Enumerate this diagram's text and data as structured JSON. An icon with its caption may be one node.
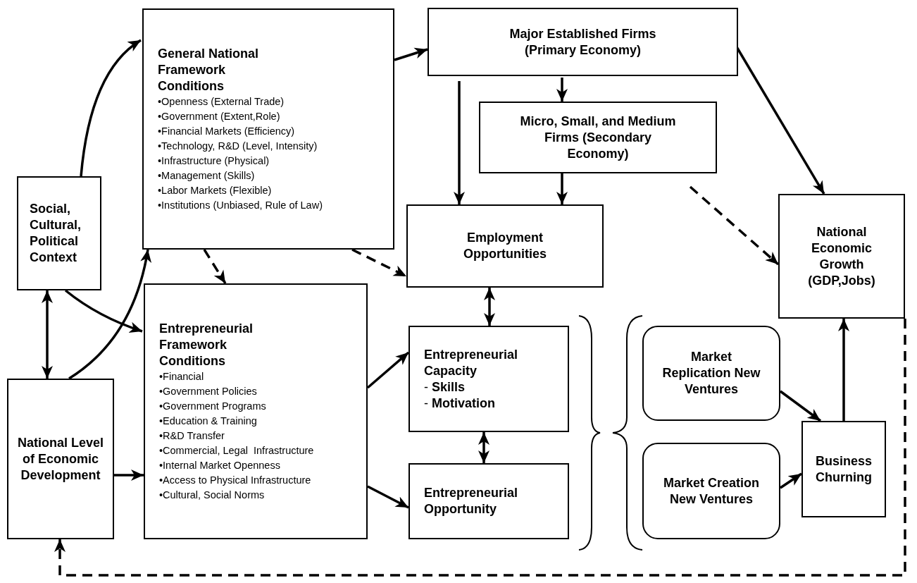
{
  "diagram": {
    "nodes": [
      {
        "text": [
          "Social, Cultural, Political Context"
        ]
      },
      {
        "text": [
          "General National Framework Conditions",
          "•Openness (External Trade)",
          "•Government (Extent,Role)",
          "•Financial Markets (Efficiency)",
          "•Technology, R&D (Level, Intensity)",
          "•Infrastructure (Physical)",
          "•Management (Skills)",
          "•Labor Markets (Flexible)",
          "•Institutions (Unbiased, Rule of Law)"
        ]
      },
      {
        "text": [
          "Entrepreneurial Framework Conditions",
          "•Financial",
          "•Government Policies",
          "•Government Programs",
          "•Education & Training",
          "•R&D Transfer",
          "•Commercial, Legal  Infrastructure",
          "•Internal Market Openness",
          "•Access to Physical Infrastructure",
          "•Cultural, Social Norms"
        ]
      },
      {
        "text": [
          "National Level of Economic Development"
        ]
      },
      {
        "text": [
          "Major Established Firms (Primary Economy)"
        ]
      },
      {
        "text": [
          "Micro, Small, and Medium Firms (Secondary Economy)"
        ]
      },
      {
        "text": [
          "Employment Opportunities"
        ]
      },
      {
        "text": [
          "Entrepreneurial Capacity",
          "- **Skills**",
          "- **Motivation**"
        ]
      },
      {
        "text": [
          "Entrepreneurial Opportunity"
        ]
      },
      {
        "text": [
          "National Economic Growth (GDP,Jobs)"
        ]
      },
      {
        "text": [
          "Market Replication New Ventures"
        ]
      },
      {
        "text": [
          "Market Creation New Ventures"
        ]
      },
      {
        "text": [
          "Business Churning"
        ]
      }
    ],
    "edges": [
      {
        "from": 0,
        "to": 1,
        "arrow": "to"
      },
      {
        "from": 0,
        "to": 2,
        "arrow": "to"
      },
      {
        "from": 0,
        "to": 3,
        "arrow": "both"
      },
      {
        "from": 3,
        "to": 1,
        "arrow": "to"
      },
      {
        "from": 3,
        "to": 2,
        "arrow": "to"
      },
      {
        "from": 1,
        "to": 4,
        "arrow": "to"
      },
      {
        "from": 1,
        "to": 2,
        "arrow": "to",
        "style": "dashed"
      },
      {
        "from": 1,
        "to": 6,
        "arrow": "to",
        "style": "dashed"
      },
      {
        "from": 4,
        "to": 6,
        "arrow": "to"
      },
      {
        "from": 4,
        "to": 5,
        "arrow": "to"
      },
      {
        "from": 4,
        "to": 9,
        "arrow": "to"
      },
      {
        "from": 5,
        "to": 6,
        "arrow": "to"
      },
      {
        "from": 5,
        "to": 9,
        "arrow": "to",
        "style": "dashed"
      },
      {
        "from": 6,
        "to": 7,
        "arrow": "both"
      },
      {
        "from": 7,
        "to": 8,
        "arrow": "both"
      },
      {
        "from": 2,
        "to": 7,
        "arrow": "to"
      },
      {
        "from": 2,
        "to": 8,
        "arrow": "to"
      },
      {
        "from": 10,
        "to": 12,
        "arrow": "to"
      },
      {
        "from": 11,
        "to": 12,
        "arrow": "to"
      },
      {
        "from": 12,
        "to": 9,
        "arrow": "to"
      },
      {
        "from": 9,
        "to": 3,
        "arrow": "to",
        "style": "dashed"
      }
    ]
  }
}
